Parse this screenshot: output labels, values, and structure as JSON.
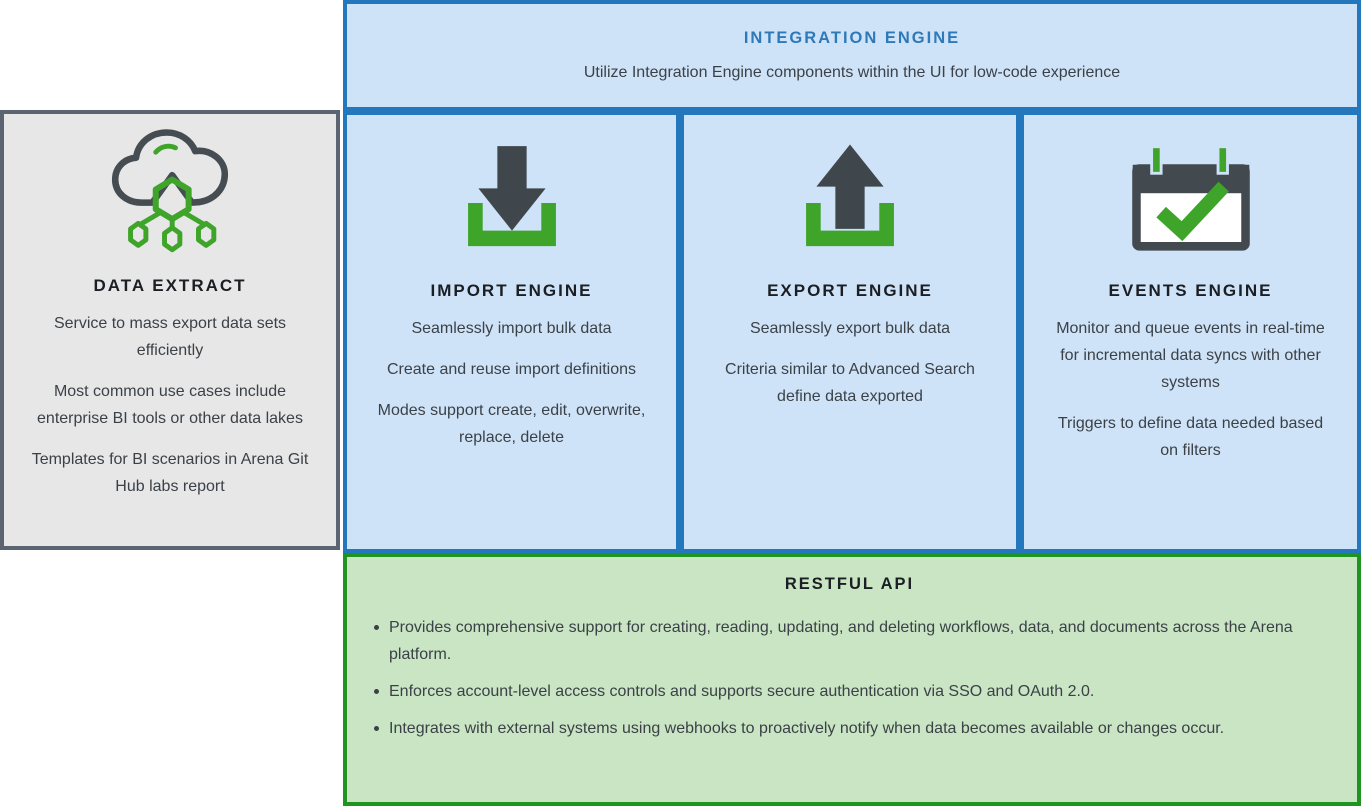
{
  "accent_colors": {
    "blue_border": "#2277bd",
    "blue_fill": "#cfe3f8",
    "blue_title": "#2e79b8",
    "gray_border": "#5b6571",
    "gray_fill": "#e7e7e7",
    "green_border": "#1f941f",
    "green_fill": "#c9e5c4",
    "icon_green": "#3fa42a",
    "icon_dark": "#3f474c"
  },
  "banner": {
    "title": "INTEGRATION ENGINE",
    "subtitle": "Utilize Integration Engine components within the UI for low-code experience"
  },
  "data_extract": {
    "icon": "cloud-network-icon",
    "title": "DATA EXTRACT",
    "paragraphs": [
      "Service to mass export data sets efficiently",
      "Most common use cases include enterprise BI tools or other data lakes",
      "Templates for BI scenarios in Arena Git Hub labs report"
    ]
  },
  "import_engine": {
    "icon": "download-tray-icon",
    "title": "IMPORT ENGINE",
    "paragraphs": [
      "Seamlessly import bulk data",
      "Create and reuse import definitions",
      "Modes support create, edit, overwrite, replace, delete"
    ]
  },
  "export_engine": {
    "icon": "upload-tray-icon",
    "title": "EXPORT ENGINE",
    "paragraphs": [
      "Seamlessly export bulk data",
      "Criteria similar to Advanced Search define data exported"
    ]
  },
  "events_engine": {
    "icon": "calendar-check-icon",
    "title": "EVENTS ENGINE",
    "paragraphs": [
      "Monitor and queue events in real-time for incremental data syncs with other systems",
      "Triggers to define data needed based on filters"
    ]
  },
  "restful_api": {
    "title": "RESTFUL API",
    "bullets": [
      "Provides comprehensive support for creating, reading, updating, and deleting workflows, data, and documents across the Arena platform.",
      "Enforces account-level access controls and supports secure authentication via SSO and OAuth 2.0.",
      "Integrates with external systems using webhooks to proactively notify when data becomes available or changes occur."
    ]
  }
}
